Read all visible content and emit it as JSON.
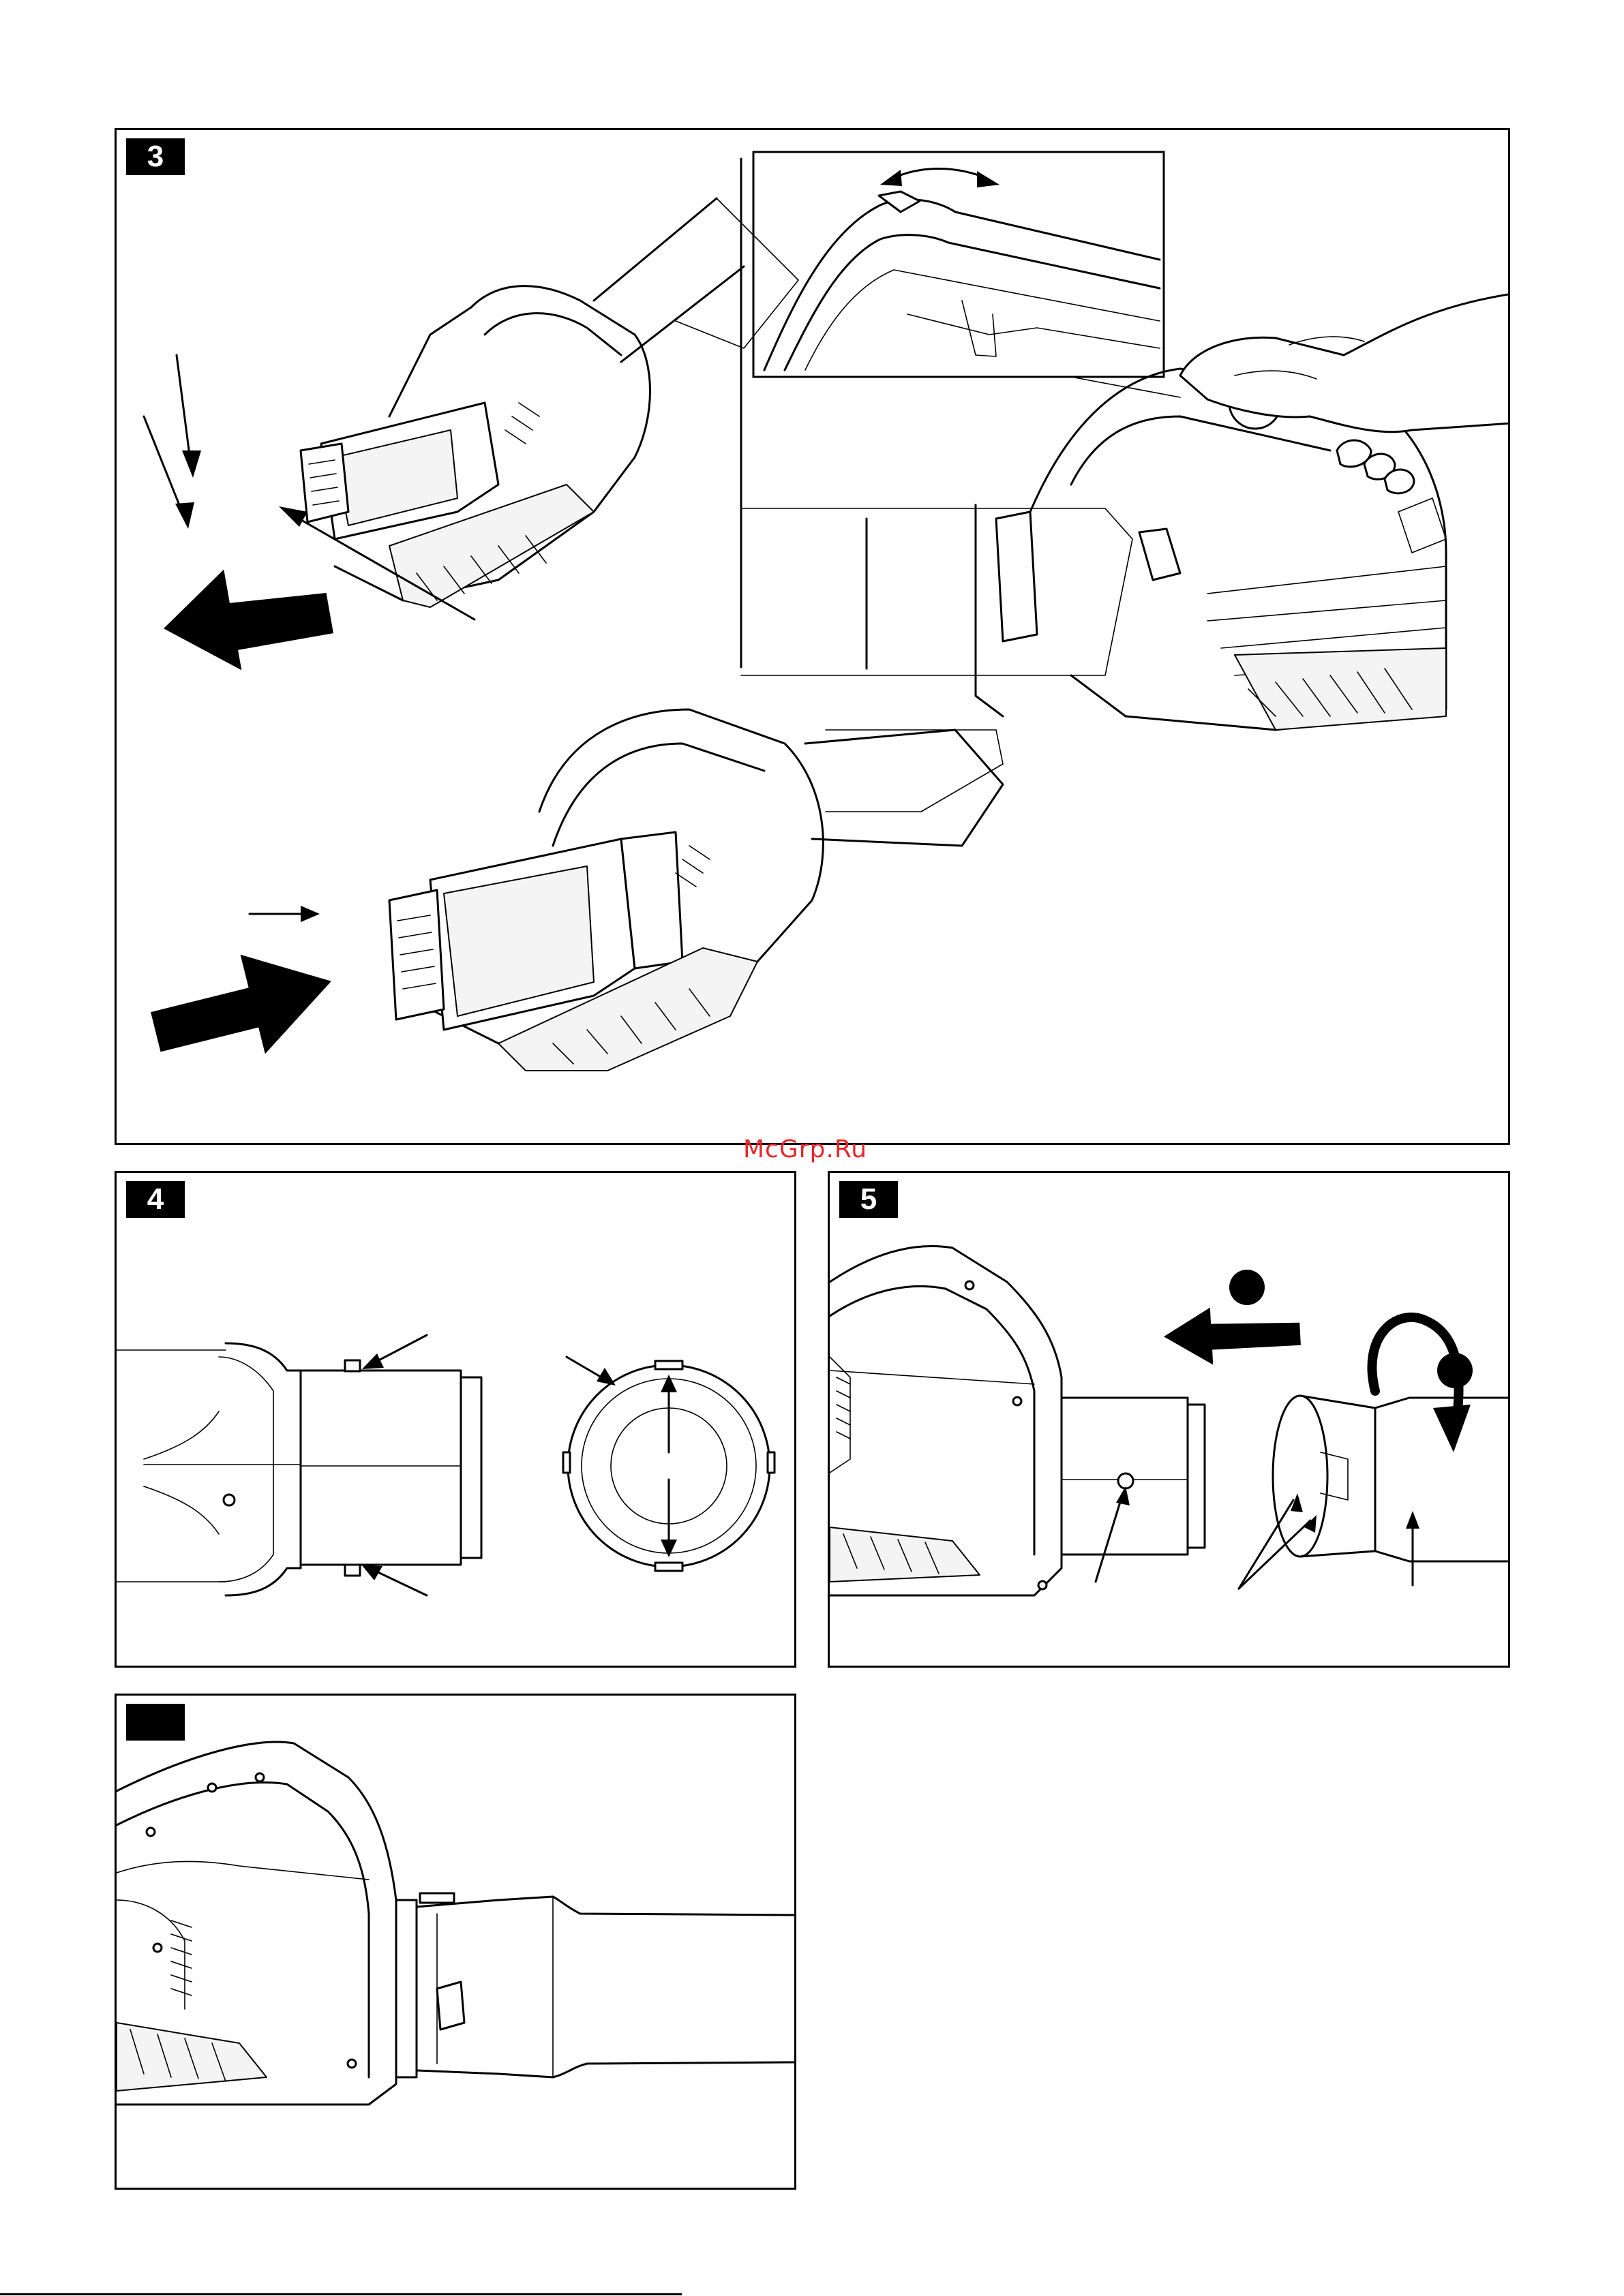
{
  "figures": [
    {
      "id": "fig3",
      "label": "3"
    },
    {
      "id": "fig4",
      "label": "4"
    },
    {
      "id": "fig5",
      "label": "5"
    },
    {
      "id": "fig6",
      "label": ""
    }
  ],
  "watermark": "McGrp.Ru",
  "colors": {
    "watermark": "#e8262a",
    "line": "#000000",
    "badge": "#000000"
  },
  "icons": [
    "battery-icon",
    "blower-body-icon",
    "blower-tube-icon",
    "hand-icon",
    "arrow-icon",
    "rotate-arrow-icon",
    "step-dot-icon"
  ]
}
